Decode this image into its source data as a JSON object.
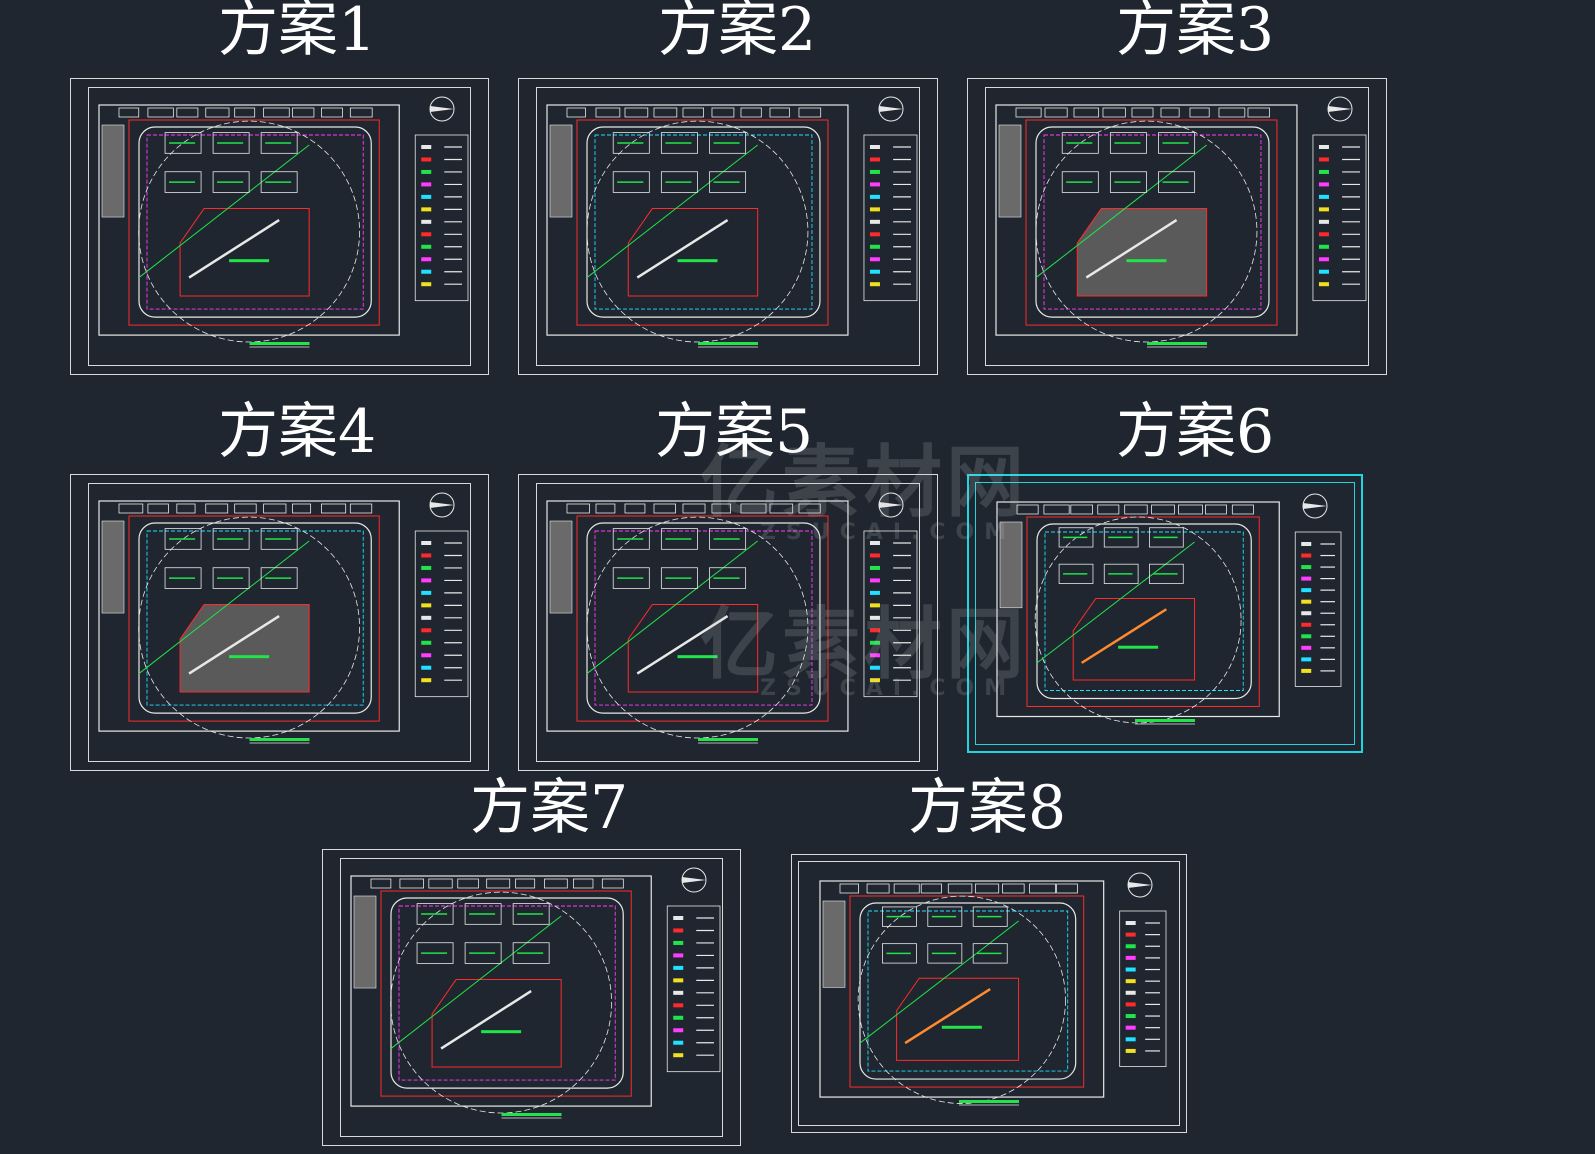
{
  "plans": [
    {
      "title": "方案1"
    },
    {
      "title": "方案2"
    },
    {
      "title": "方案3"
    },
    {
      "title": "方案4"
    },
    {
      "title": "方案5"
    },
    {
      "title": "方案6"
    },
    {
      "title": "方案7"
    },
    {
      "title": "方案8"
    }
  ],
  "watermark": {
    "brand_cn": "亿素材网",
    "brand_en": "ZSUCAI.COM"
  },
  "colors": {
    "background": "#1f262f",
    "sheet_border": "#d9d9d9",
    "selected_border": "#1fd6e0",
    "cad_red": "#ff2a2a",
    "cad_green": "#22e34a",
    "cad_magenta": "#ff3cff",
    "cad_cyan": "#22e0ff",
    "cad_white": "#e8e8e8",
    "cad_yellow": "#f2e020"
  }
}
